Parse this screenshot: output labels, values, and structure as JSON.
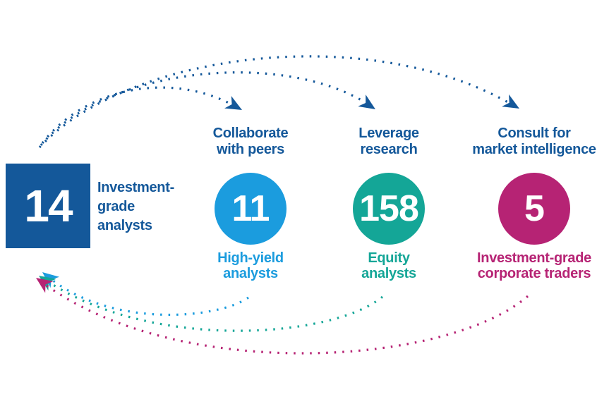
{
  "colors": {
    "primary_blue": "#14589a",
    "bright_blue": "#1b9cde",
    "teal": "#14a697",
    "magenta": "#b62374",
    "number_text": "#ffffff"
  },
  "source": {
    "value": "14",
    "label": "Investment-\ngrade\nanalysts"
  },
  "nodes": [
    {
      "id": "high-yield-analysts",
      "action": "Collaborate\nwith peers",
      "value": "11",
      "label": "High-yield\nanalysts"
    },
    {
      "id": "equity-analysts",
      "action": "Leverage\nresearch",
      "value": "158",
      "label": "Equity\nanalysts"
    },
    {
      "id": "investment-grade-corporate-traders",
      "action": "Consult for\nmarket intelligence",
      "value": "5",
      "label": "Investment-grade\ncorporate traders"
    }
  ]
}
